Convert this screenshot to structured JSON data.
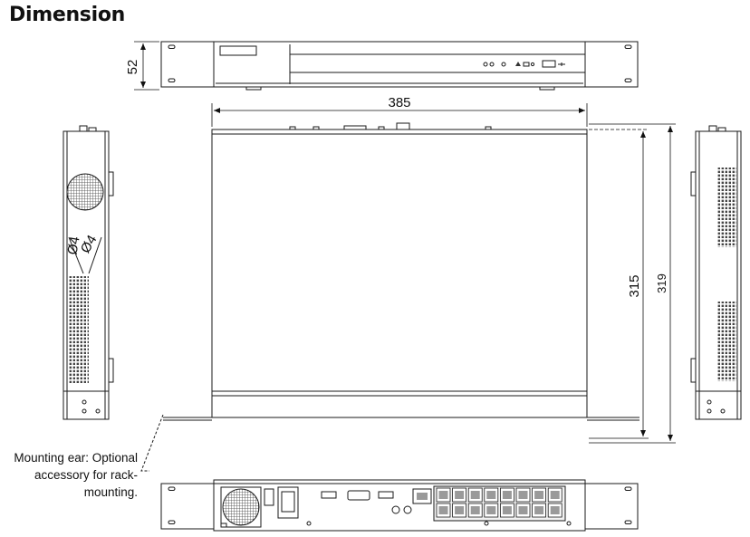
{
  "header": {
    "title": "Dimension"
  },
  "dimensions": {
    "height": "52",
    "width": "385",
    "depth_body": "315",
    "depth_total": "319",
    "vent_diameter_a": "Ø4",
    "vent_diameter_b": "Ø4"
  },
  "callout": {
    "mounting_ear": "Mounting ear: Optional accessory for rack-mounting."
  },
  "colors": {
    "line": "#1a1a1a",
    "panel": "#f2f2f2",
    "rj45": "#9a9a9a"
  }
}
